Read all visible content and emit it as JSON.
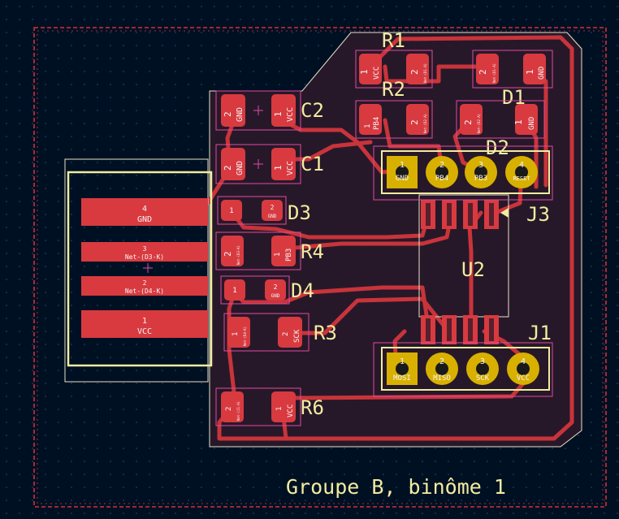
{
  "board_label": "Groupe B, binôme 1",
  "colors": {
    "background": "#001023",
    "copper": "#c8343a",
    "copper_dark": "#8a1e24",
    "pad": "#d83a40",
    "silk": "#f2eca0",
    "outline": "#e8e2c8",
    "courtyard": "#e04aa0",
    "edge": "#d2303a",
    "via_gold": "#d8b000",
    "drill": "#1a1a1a"
  },
  "refs": {
    "R1": "R1",
    "R2": "R2",
    "D1": "D1",
    "D2": "D2",
    "C1": "C1",
    "C2": "C2",
    "D3": "D3",
    "D4": "D4",
    "R3": "R3",
    "R4": "R4",
    "R6": "R6",
    "J1": "J1",
    "J3": "J3",
    "U2": "U2"
  },
  "pads": {
    "r1_1": "1",
    "r1_1_net": "VCC",
    "r1_2": "2",
    "r1_2_net": "Net-(D1-A)",
    "d1_2": "2",
    "d1_2_net": "Net-(D1-A)",
    "d1_1": "1",
    "d1_1_net": "GND",
    "r2_1": "1",
    "r2_1_net": "PB4",
    "r2_2": "2",
    "r2_2_net": "Net-(D2-A)",
    "d2_2": "2",
    "d2_2_net": "Net-(D2-A)",
    "d2_1": "1",
    "d2_1_net": "GND",
    "c2_2": "2",
    "c2_2_net": "GND",
    "c2_1": "1",
    "c2_1_net": "VCC",
    "c1_2": "2",
    "c1_2_net": "GND",
    "c1_1": "1",
    "c1_1_net": "VCC",
    "d3_1": "1",
    "d3_2": "2",
    "d3_2_net": "GND",
    "r4_2": "2",
    "r4_2_net": "Net-(D3-K)",
    "r4_1": "1",
    "r4_1_net": "PB3",
    "d4_1": "1",
    "d4_2": "2",
    "d4_2_net": "GND",
    "r3_1": "1",
    "r3_1_net": "Net-(D4-K)",
    "r3_2": "2",
    "r3_2_net": "SCK",
    "r6_2": "2",
    "r6_2_net": "Net-(J1-A)",
    "r6_1": "1",
    "r6_1_net": "VCC",
    "usb_4": "4",
    "usb_4_net": "GND",
    "usb_3": "3",
    "usb_3_net": "Net-(D3-K)",
    "usb_2": "2",
    "usb_2_net": "Net-(D4-K)",
    "usb_1": "1",
    "usb_1_net": "VCC",
    "j3_1": "1",
    "j3_1_net": "GND",
    "j3_2": "2",
    "j3_2_net": "PB4",
    "j3_3": "3",
    "j3_3_net": "PB3",
    "j3_4": "4",
    "j3_4_net": "RESET",
    "j1_1": "1",
    "j1_1_net": "MOSI",
    "j1_2": "2",
    "j1_2_net": "MISO",
    "j1_3": "3",
    "j1_3_net": "SCK",
    "j1_4": "4",
    "j1_4_net": "VCC"
  }
}
